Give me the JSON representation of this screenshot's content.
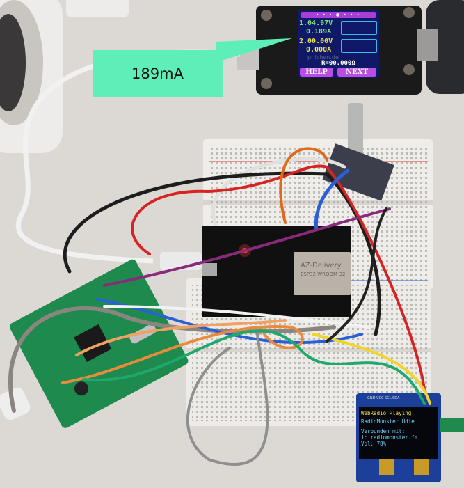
{
  "callout": {
    "text": "189mA",
    "color": "#5eefb8"
  },
  "usb_meter": {
    "page_dots": "• • • ● • • •",
    "line1": "1.04.97V",
    "line2": "0.189A",
    "line3": "2.00.00V",
    "line4": "0.000A",
    "watermark": "prlichen.de",
    "resistance": "R=00.000Ω",
    "help_button": "HELP",
    "next_button": "NEXT"
  },
  "esp32": {
    "brand": "AZ-Delivery",
    "model": "ESP32-WROOM-32"
  },
  "oled": {
    "line1": "WebRadio Playing",
    "line2": "RadioMonster Üdie",
    "line3": "Verbunden mit:",
    "line4": "ic.radiomonster.fm",
    "line5": "Vol: 78%",
    "header_pins": "GND VCC SCL SDA"
  }
}
